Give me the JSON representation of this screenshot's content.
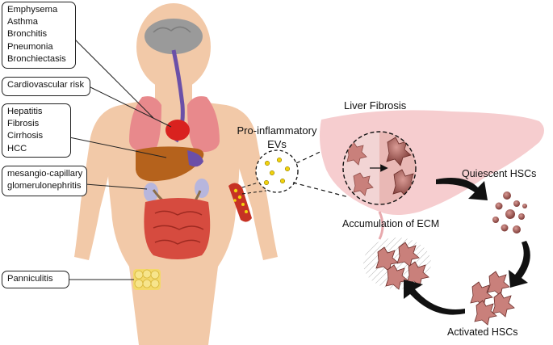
{
  "condition_boxes": {
    "lung": [
      "Emphysema",
      "Asthma",
      "Bronchitis",
      "Pneumonia",
      "Bronchiectasis"
    ],
    "cardio": [
      "Cardiovascular risk"
    ],
    "liver": [
      "Hepatitis",
      "Fibrosis",
      "Cirrhosis",
      "HCC"
    ],
    "kidney": [
      "mesangio-capillary",
      "glomerulonephritis"
    ],
    "fat": [
      "Panniculitis"
    ]
  },
  "labels": {
    "evs_line1": "Pro-inflammatory",
    "evs_line2": "EVs",
    "liver_fibrosis": "Liver Fibrosis",
    "quiescent": "Quiescent HSCs",
    "ecm": "Accumulation of ECM",
    "activated": "Activated HSCs"
  },
  "colors": {
    "skin": "#f2c9a8",
    "lungs": "#e8898c",
    "heart": "#d9221f",
    "liver_organ": "#b5621c",
    "intestine": "#d64b3f",
    "kidney": "#b7b6dd",
    "brain": "#9a9a9a",
    "liver_tissue": "#f6cdcf",
    "hsc_cell": "#a8534e",
    "ev_dot": "#f1d20e",
    "arrow": "#111111"
  }
}
